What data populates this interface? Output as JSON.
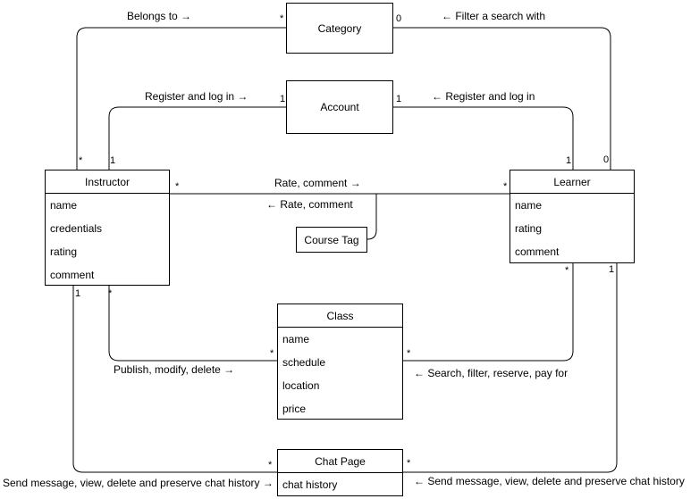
{
  "classes": {
    "category": {
      "title": "Category"
    },
    "account": {
      "title": "Account"
    },
    "course_tag": {
      "title": "Course Tag"
    },
    "instructor": {
      "title": "Instructor",
      "attributes": [
        "name",
        "credentials",
        "rating",
        "comment"
      ]
    },
    "learner": {
      "title": "Learner",
      "attributes": [
        "name",
        "rating",
        "comment"
      ]
    },
    "class": {
      "title": "Class",
      "attributes": [
        "name",
        "schedule",
        "location",
        "price"
      ]
    },
    "chat_page": {
      "title": "Chat Page",
      "attributes": [
        "chat history"
      ]
    }
  },
  "edge_labels": {
    "belongs_to": "Belongs to →",
    "filter_search": "← Filter a search with",
    "register_instructor": "Register and log in →",
    "register_learner": "← Register and log in",
    "rate_comment_right": "Rate,  comment →",
    "rate_comment_left": "← Rate, comment",
    "publish": "Publish, modify, delete →",
    "search_filter": "← Search, filter, reserve, pay for",
    "send_instructor": "Send message, view, delete and preserve chat history →",
    "send_learner": "← Send message, view, delete and preserve chat history"
  },
  "multiplicities": {
    "category_instructor_end": "*",
    "category_learner_end": "0",
    "instructor_category_end": "*",
    "learner_category_end": "0",
    "account_instructor_end": "1",
    "account_learner_end": "1",
    "instructor_account_end": "1",
    "learner_account_end": "1",
    "instructor_rate_end": "*",
    "learner_rate_end": "*",
    "instructor_chat_end": "1",
    "instructor_class_end": "*",
    "learner_class_end": "*",
    "learner_chat_end": "1",
    "class_instructor_end": "*",
    "class_learner_end": "*",
    "chat_instructor_end": "*",
    "chat_learner_end": "*"
  },
  "colors": {
    "line": "#000000",
    "background": "#ffffff"
  }
}
